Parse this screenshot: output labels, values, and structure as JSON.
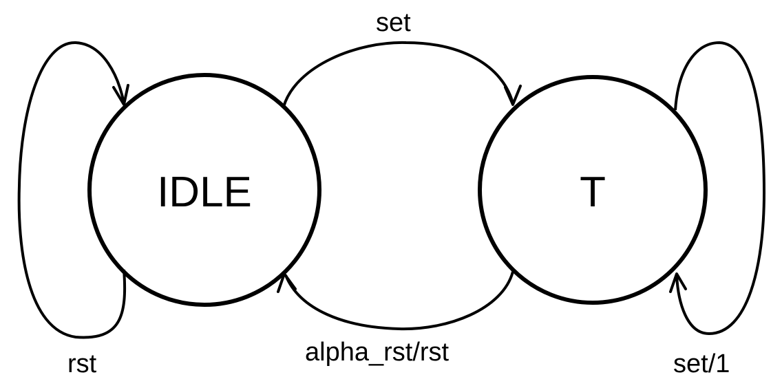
{
  "diagram": {
    "nodes": {
      "idle": {
        "label": "IDLE"
      },
      "t": {
        "label": "T"
      }
    },
    "edges": {
      "idle_self": {
        "label": "rst"
      },
      "idle_to_t": {
        "label": "set"
      },
      "t_to_idle": {
        "label": "alpha_rst/rst"
      },
      "t_self": {
        "label": "set/1"
      }
    }
  }
}
